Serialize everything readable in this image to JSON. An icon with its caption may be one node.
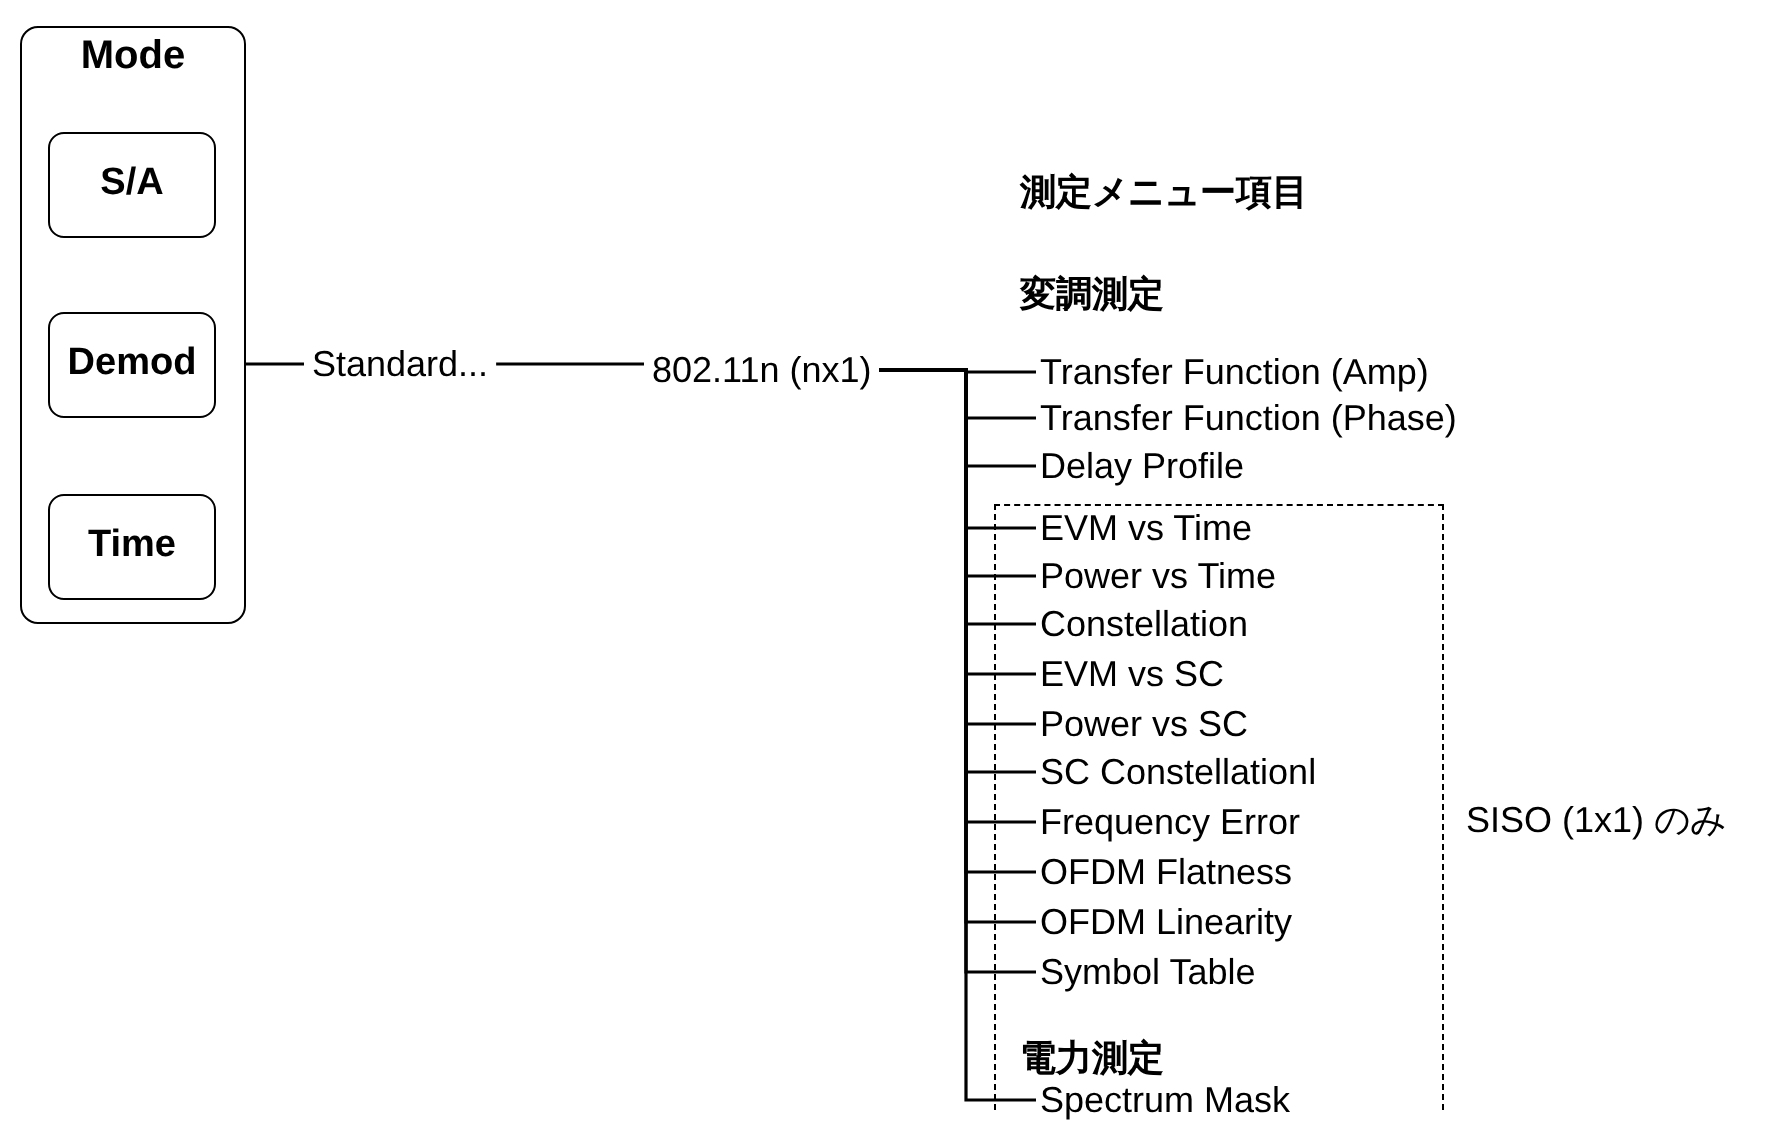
{
  "diagram": {
    "nodes": [
      {
        "text": [
          "Mode"
        ]
      },
      {
        "text": [
          "S/A"
        ],
        "in": 0
      },
      {
        "text": [
          "Demod"
        ],
        "in": 0
      },
      {
        "text": [
          "Time"
        ],
        "in": 0
      },
      {
        "text": [
          "Standard..."
        ]
      },
      {
        "text": [
          "802.11n (nx1)"
        ]
      },
      {
        "text": [
          "Transfer Function (Amp)"
        ]
      },
      {
        "text": [
          "Transfer Function (Phase)"
        ]
      },
      {
        "text": [
          "Delay Profile"
        ]
      },
      {
        "text": [
          "SISO (1x1) のみ"
        ]
      },
      {
        "text": [
          "EVM vs Time"
        ],
        "in": 9
      },
      {
        "text": [
          "Power vs Time"
        ],
        "in": 9
      },
      {
        "text": [
          "Constellation"
        ],
        "in": 9
      },
      {
        "text": [
          "EVM vs SC"
        ],
        "in": 9
      },
      {
        "text": [
          "Power vs SC"
        ],
        "in": 9
      },
      {
        "text": [
          "SC Constellationl"
        ],
        "in": 9
      },
      {
        "text": [
          "Frequency Error"
        ],
        "in": 9
      },
      {
        "text": [
          "OFDM Flatness"
        ],
        "in": 9
      },
      {
        "text": [
          "OFDM Linearity"
        ],
        "in": 9
      },
      {
        "text": [
          "Symbol Table"
        ],
        "in": 9
      },
      {
        "text": [
          "Spectrum Mask"
        ],
        "in": 9
      }
    ],
    "edges": [
      {
        "from": 2,
        "to": 4,
        "arrow": "none"
      },
      {
        "from": 4,
        "to": 5,
        "arrow": "none"
      },
      {
        "from": 5,
        "to": 6,
        "arrow": "none"
      },
      {
        "from": 5,
        "to": 7,
        "arrow": "none"
      },
      {
        "from": 5,
        "to": 8,
        "arrow": "none"
      },
      {
        "from": 5,
        "to": 10,
        "arrow": "none"
      },
      {
        "from": 5,
        "to": 11,
        "arrow": "none"
      },
      {
        "from": 5,
        "to": 12,
        "arrow": "none"
      },
      {
        "from": 5,
        "to": 13,
        "arrow": "none"
      },
      {
        "from": 5,
        "to": 14,
        "arrow": "none"
      },
      {
        "from": 5,
        "to": 15,
        "arrow": "none"
      },
      {
        "from": 5,
        "to": 16,
        "arrow": "none"
      },
      {
        "from": 5,
        "to": 17,
        "arrow": "none"
      },
      {
        "from": 5,
        "to": 18,
        "arrow": "none"
      },
      {
        "from": 5,
        "to": 19,
        "arrow": "none"
      },
      {
        "from": 5,
        "to": 20,
        "arrow": "none"
      }
    ],
    "labels": [
      "測定メニュー項目",
      "変調測定",
      "電力測定"
    ]
  }
}
